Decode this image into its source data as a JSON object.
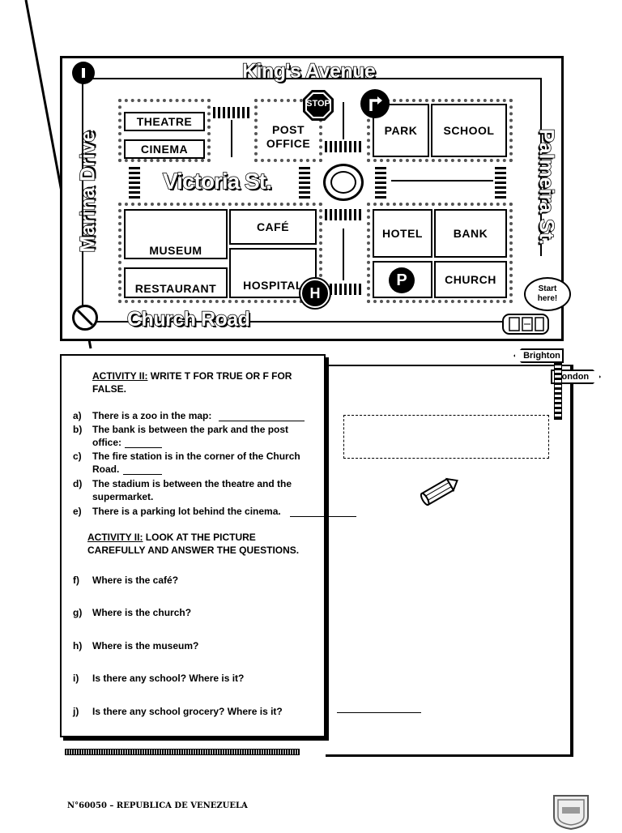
{
  "map": {
    "streets": {
      "north": "King's Avenue",
      "middle": "Victoria St.",
      "south": "Church Road",
      "west": "Marina Drive",
      "east": "Palmeira St."
    },
    "places": {
      "theatre": "THEATRE",
      "cinema": "CINEMA",
      "post_office": "POST OFFICE",
      "park": "PARK",
      "school": "SCHOOL",
      "museum": "MUSEUM",
      "cafe": "CAFÉ",
      "restaurant": "RESTAURANT",
      "hospital": "HOSPITAL",
      "hotel": "HOTEL",
      "bank": "BANK",
      "church": "CHURCH"
    },
    "signs": {
      "stop": "STOP",
      "hospital_sign": "H",
      "parking_sign": "P"
    },
    "speech_bubble": "Start here!",
    "icons": [
      "one-way-icon",
      "no-entry-icon",
      "right-turn-icon",
      "roundabout-icon",
      "car-icon"
    ]
  },
  "activity1": {
    "heading_label": "ACTIVITY II:",
    "heading_text": "WRITE T FOR TRUE OR F FOR FALSE.",
    "items": [
      {
        "letter": "a)",
        "text": "There is a zoo in the map:"
      },
      {
        "letter": "b)",
        "text": "The bank is between the park and the post office:"
      },
      {
        "letter": "c)",
        "text": "The fire station is in the corner of the Church Road."
      },
      {
        "letter": "d)",
        "text": "The stadium is between the theatre and the supermarket."
      },
      {
        "letter": "e)",
        "text": "There is a parking lot behind the cinema."
      }
    ]
  },
  "activity2": {
    "heading_label": "ACTIVITY II:",
    "heading_text": "LOOK AT THE PICTURE CAREFULLY AND ANSWER THE QUESTIONS.",
    "items": [
      {
        "letter": "f)",
        "text": "Where is the café?"
      },
      {
        "letter": "g)",
        "text": "Where is the church?"
      },
      {
        "letter": "h)",
        "text": "Where is the museum?"
      },
      {
        "letter": "i)",
        "text": "Is there any school? Where is it?"
      },
      {
        "letter": "j)",
        "text": "Is there any school grocery? Where is it?"
      }
    ]
  },
  "signpost": {
    "left": "Brighton",
    "right": "London"
  },
  "footer": {
    "text": "N°60050 – REPUBLICA DE VENEZUELA"
  }
}
